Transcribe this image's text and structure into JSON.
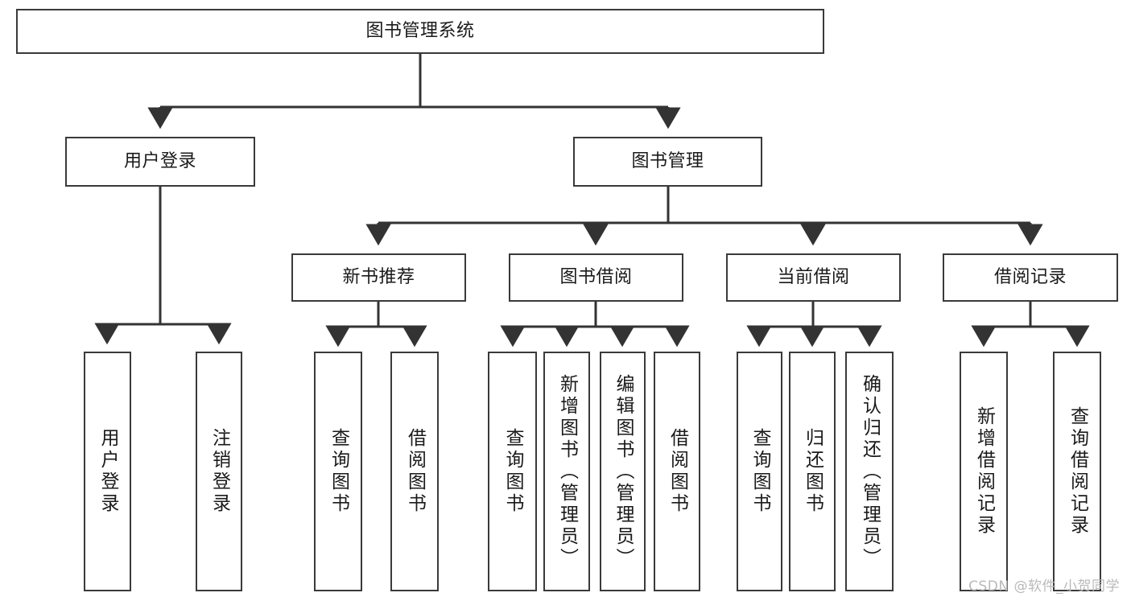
{
  "diagram": {
    "title": "图书管理系统",
    "type": "tree-hierarchy-chart",
    "colors": {
      "box_border": "#3a3a3a",
      "box_fill": "#ffffff",
      "connector": "#333333",
      "text": "#1a1a1a",
      "watermark": "#b9b9b9"
    },
    "root": {
      "label": "图书管理系统"
    },
    "level2": [
      {
        "label": "用户登录"
      },
      {
        "label": "图书管理"
      }
    ],
    "level3": [
      {
        "label": "新书推荐"
      },
      {
        "label": "图书借阅"
      },
      {
        "label": "当前借阅"
      },
      {
        "label": "借阅记录"
      }
    ],
    "leaves": {
      "user_login": [
        {
          "label": "用户登录"
        },
        {
          "label": "注销登录"
        }
      ],
      "new_book_recommend": [
        {
          "label": "查询图书"
        },
        {
          "label": "借阅图书"
        }
      ],
      "book_borrow": [
        {
          "label": "查询图书"
        },
        {
          "label": "新增图书（管理员）"
        },
        {
          "label": "编辑图书（管理员）"
        },
        {
          "label": "借阅图书"
        }
      ],
      "current_borrow": [
        {
          "label": "查询图书"
        },
        {
          "label": "归还图书"
        },
        {
          "label": "确认归还（管理员）"
        }
      ],
      "borrow_record": [
        {
          "label": "新增借阅记录"
        },
        {
          "label": "查询借阅记录"
        }
      ]
    }
  },
  "watermark": {
    "text": "CSDN @软件_小贺同学"
  }
}
